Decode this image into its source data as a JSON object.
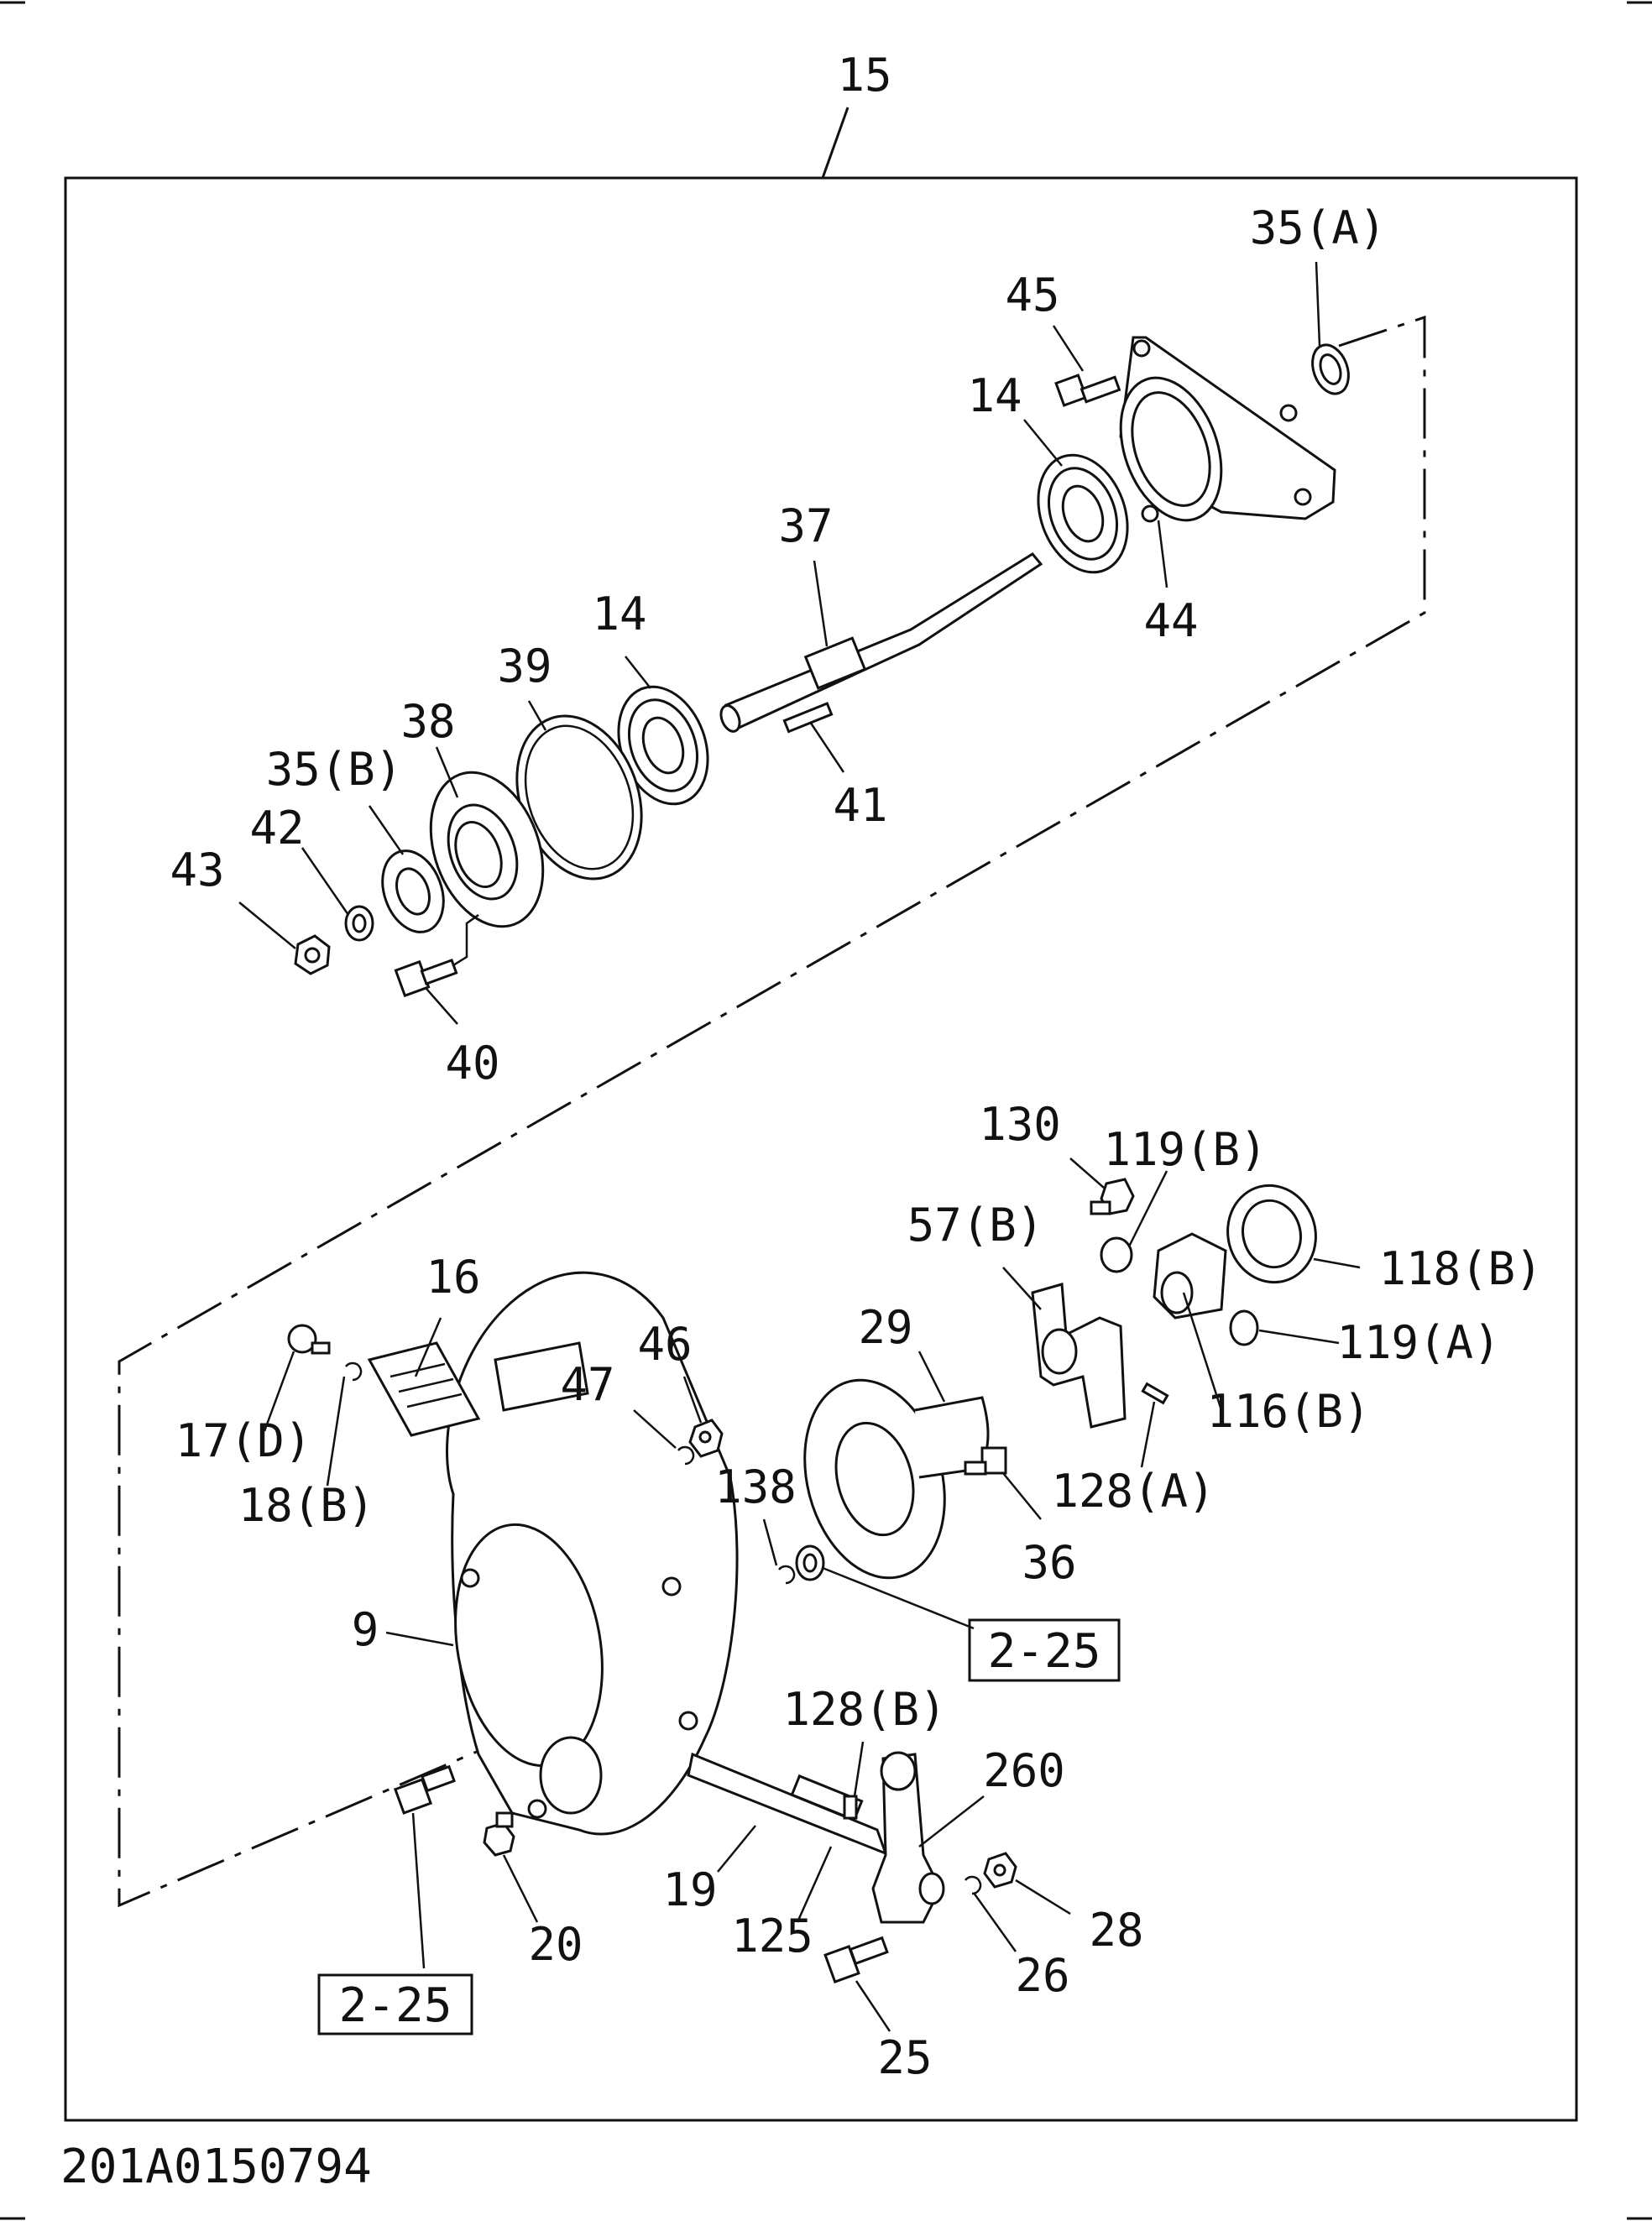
{
  "diagram_code": "201A0150794",
  "assembly_label": "15",
  "callouts": {
    "c35a": "35(A)",
    "c45": "45",
    "c14a": "14",
    "c37": "37",
    "c44": "44",
    "c14b": "14",
    "c39": "39",
    "c38": "38",
    "c35b": "35(B)",
    "c42": "42",
    "c43": "43",
    "c41": "41",
    "c40": "40",
    "c130": "130",
    "c119b": "119(B)",
    "c57b": "57(B)",
    "c118b": "118(B)",
    "c29": "29",
    "c119a": "119(A)",
    "c16": "16",
    "c46": "46",
    "c116b": "116(B)",
    "c47": "47",
    "c17d": "17(D)",
    "c128a": "128(A)",
    "c138": "138",
    "c18b": "18(B)",
    "c36": "36",
    "c9": "9",
    "c128b": "128(B)",
    "c260": "260",
    "c19": "19",
    "c125": "125",
    "c20": "20",
    "c28": "28",
    "c26": "26",
    "c25": "25"
  },
  "references": {
    "ref_right": "2-25",
    "ref_left": "2-25"
  }
}
